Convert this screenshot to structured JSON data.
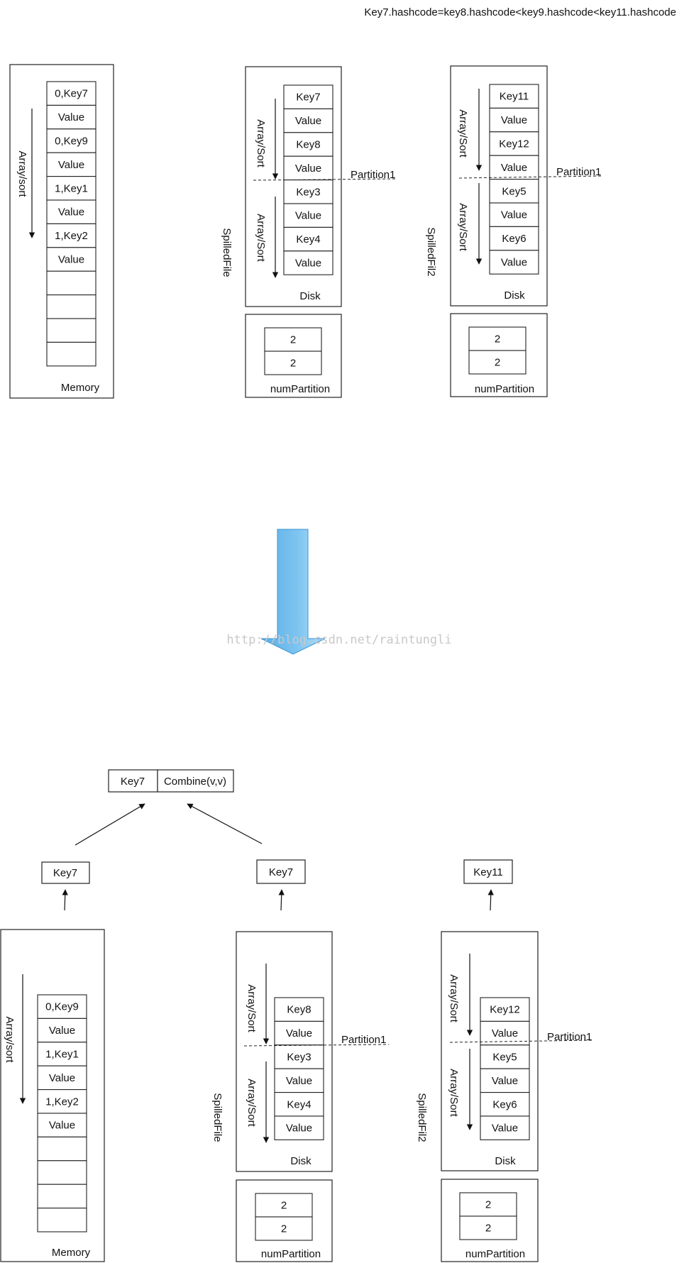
{
  "header": {
    "note": "Key7.hashcode=key8.hashcode<key9.hashcode<key11.hashcode"
  },
  "labels": {
    "memory": "Memory",
    "disk": "Disk",
    "num_partition": "numPartition",
    "partition1": "Partition1",
    "array_sort_lower": "Array/sort",
    "array_sort": "Array/Sort",
    "spilled_file": "SpilledFile",
    "spilled_file2": "SpilledFil2"
  },
  "watermark": "http://blog.csdn.net/raintungli",
  "before": {
    "memory_cells": [
      "0,Key7",
      "Value",
      "0,Key9",
      "Value",
      "1,Key1",
      "Value",
      "1,Key2",
      "Value",
      "",
      "",
      "",
      ""
    ],
    "spill1_cells": [
      "Key7",
      "Value",
      "Key8",
      "Value",
      "Key3",
      "Value",
      "Key4",
      "Value"
    ],
    "spill1_partitions": [
      "2",
      "2"
    ],
    "spill2_cells": [
      "Key11",
      "Value",
      "Key12",
      "Value",
      "Key5",
      "Value",
      "Key6",
      "Value"
    ],
    "spill2_partitions": [
      "2",
      "2"
    ]
  },
  "after": {
    "result": {
      "key": "Key7",
      "op": "Combine(v,v)"
    },
    "heads": [
      "Key7",
      "Key7",
      "Key11"
    ],
    "memory_cells": [
      "0,Key9",
      "Value",
      "1,Key1",
      "Value",
      "1,Key2",
      "Value",
      "",
      "",
      "",
      ""
    ],
    "spill1_cells": [
      "Key8",
      "Value",
      "Key3",
      "Value",
      "Key4",
      "Value"
    ],
    "spill1_partitions": [
      "2",
      "2"
    ],
    "spill2_cells": [
      "Key12",
      "Value",
      "Key5",
      "Value",
      "Key6",
      "Value"
    ],
    "spill2_partitions": [
      "2",
      "2"
    ]
  }
}
